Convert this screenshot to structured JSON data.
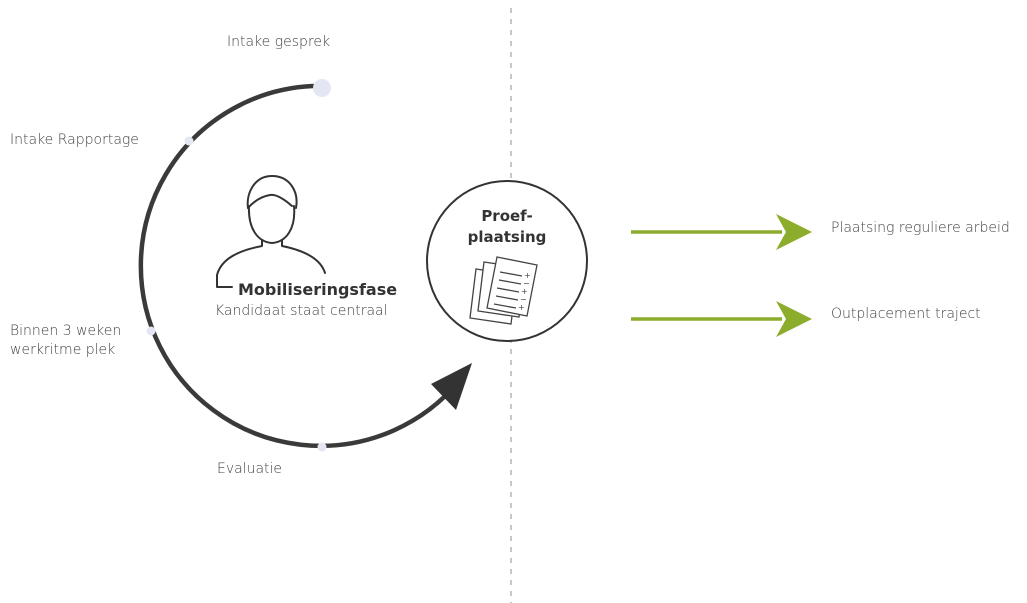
{
  "cycle": {
    "steps": [
      {
        "label": "Intake gesprek"
      },
      {
        "label": "Intake Rapportage"
      },
      {
        "label_line1": "Binnen 3 weken",
        "label_line2": "werkritme plek"
      },
      {
        "label": "Evaluatie"
      }
    ],
    "center": {
      "icon": "person-icon",
      "title": "Mobiliseringsfase",
      "subtitle": "Kandidaat staat centraal"
    }
  },
  "proefplaatsing": {
    "title_line1": "Proef-",
    "title_line2": "plaatsing",
    "icon": "documents-checklist-icon"
  },
  "outcomes": [
    {
      "label": "Plaatsing reguliere arbeid"
    },
    {
      "label": "Outplacement traject"
    }
  ],
  "colors": {
    "cycle_line": "#3a3a3a",
    "arrow_green": "#8cac2c",
    "step_dot": "#e4e7f3",
    "divider": "#b5b5b5",
    "text": "#444444"
  }
}
